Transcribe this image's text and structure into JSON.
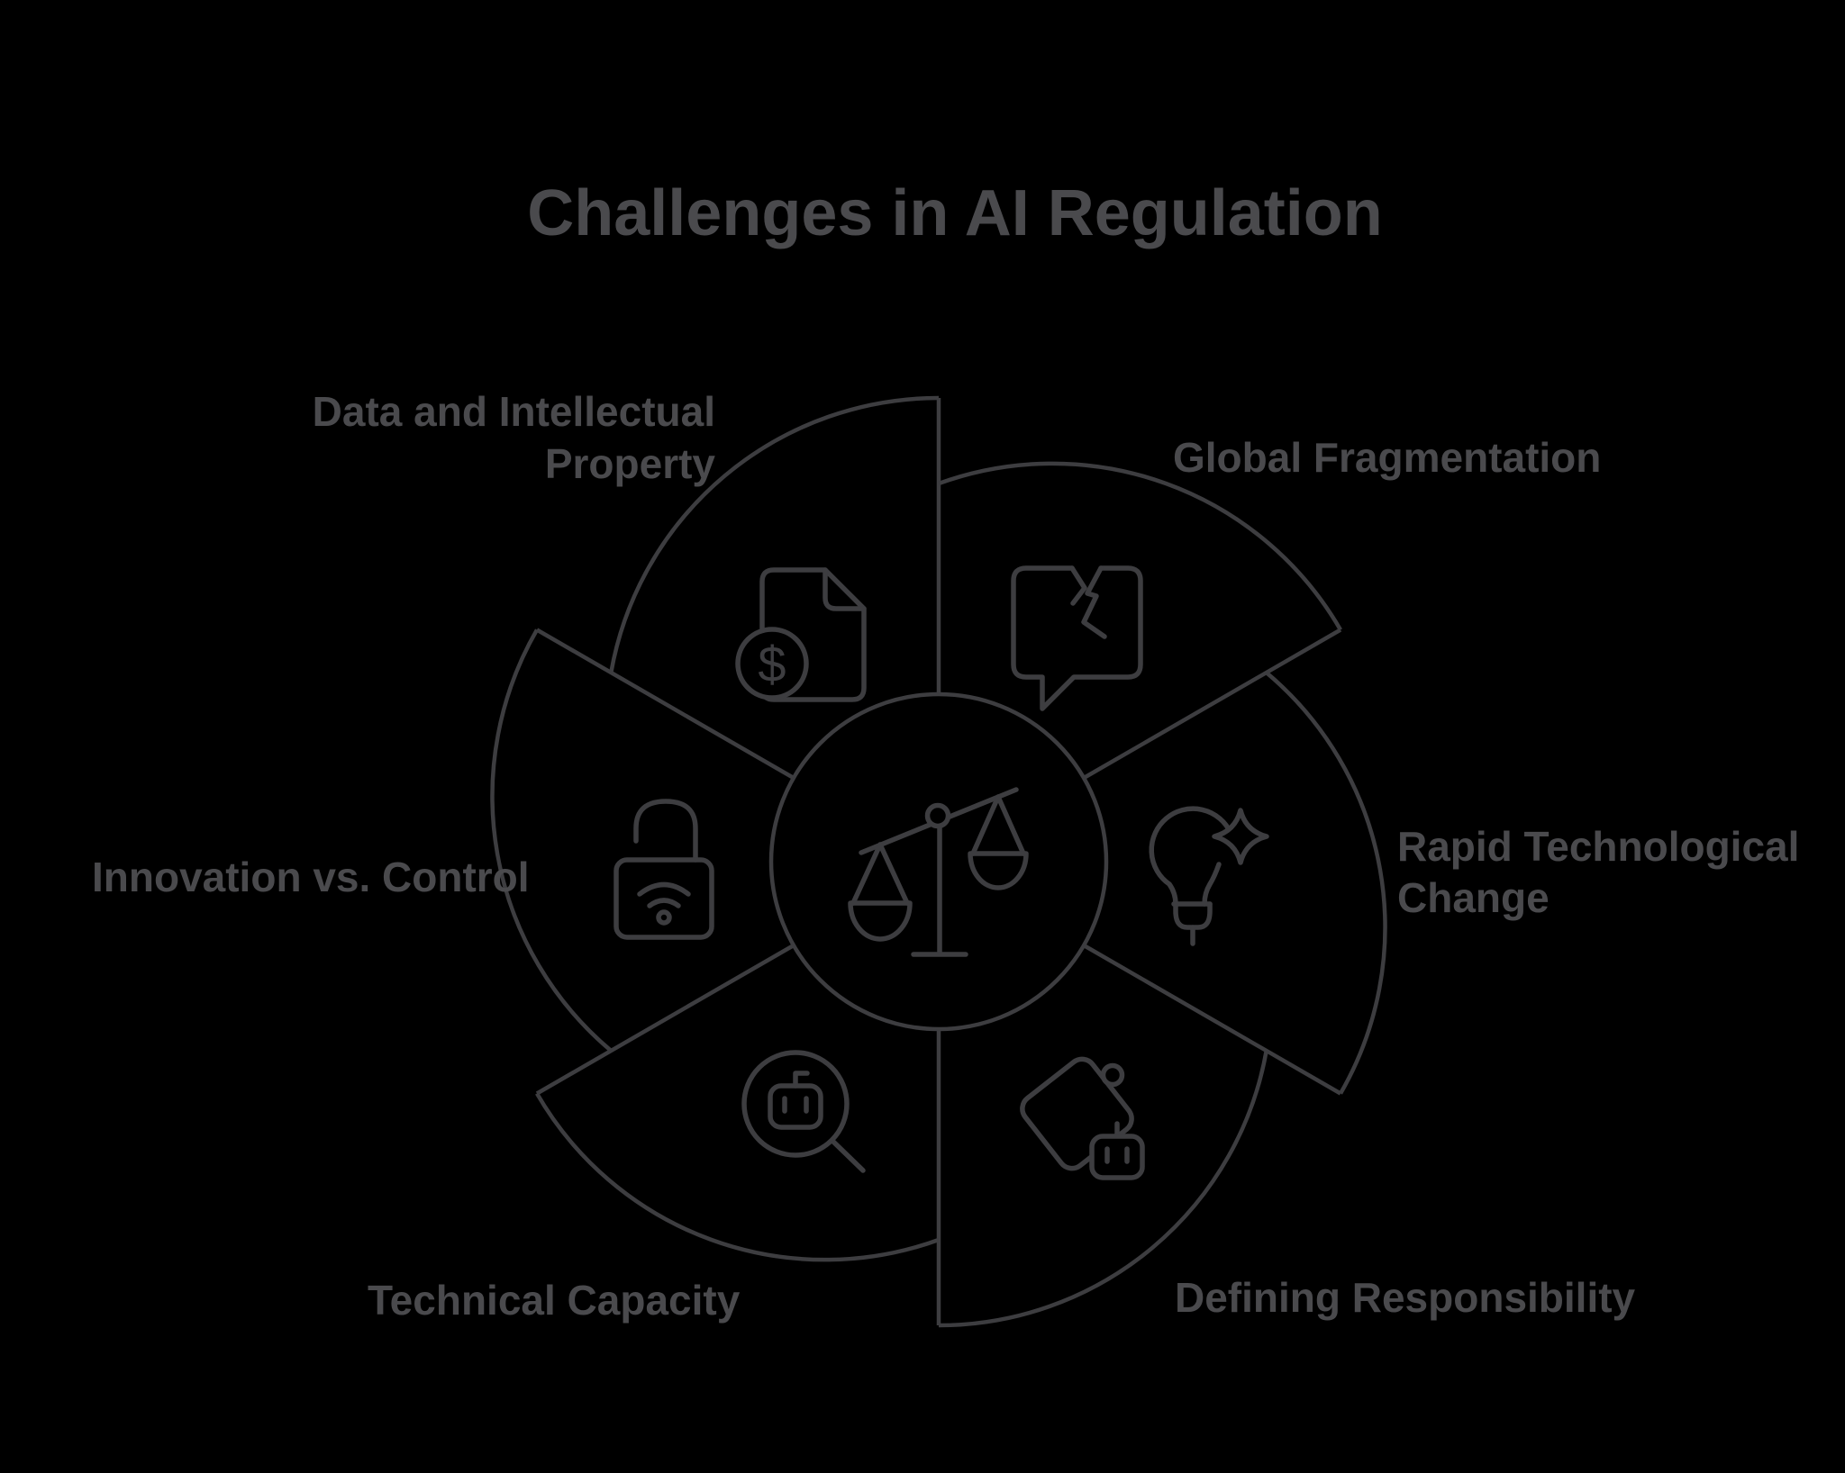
{
  "title": "Challenges in AI Regulation",
  "colors": {
    "background": "#000000",
    "line": "#3d3d40",
    "text": "#4a4a4d"
  },
  "diagram": {
    "type": "pinwheel",
    "center_icon": "balance-scales",
    "segments": [
      {
        "label": "Data and Intellectual\nProperty",
        "icon": "document-dollar",
        "position": "top-left"
      },
      {
        "label": "Global Fragmentation",
        "icon": "broken-chat-bubble",
        "position": "top-right"
      },
      {
        "label": "Rapid Technological\nChange",
        "icon": "lightbulb-sparkle",
        "position": "right"
      },
      {
        "label": "Defining Responsibility",
        "icon": "tag-robot",
        "position": "bottom-right"
      },
      {
        "label": "Technical Capacity",
        "icon": "robot-magnifier",
        "position": "bottom-left"
      },
      {
        "label": "Innovation vs. Control",
        "icon": "unlocked-wifi-padlock",
        "position": "left"
      }
    ]
  },
  "icon_glyphs": {
    "dollar": "$"
  }
}
